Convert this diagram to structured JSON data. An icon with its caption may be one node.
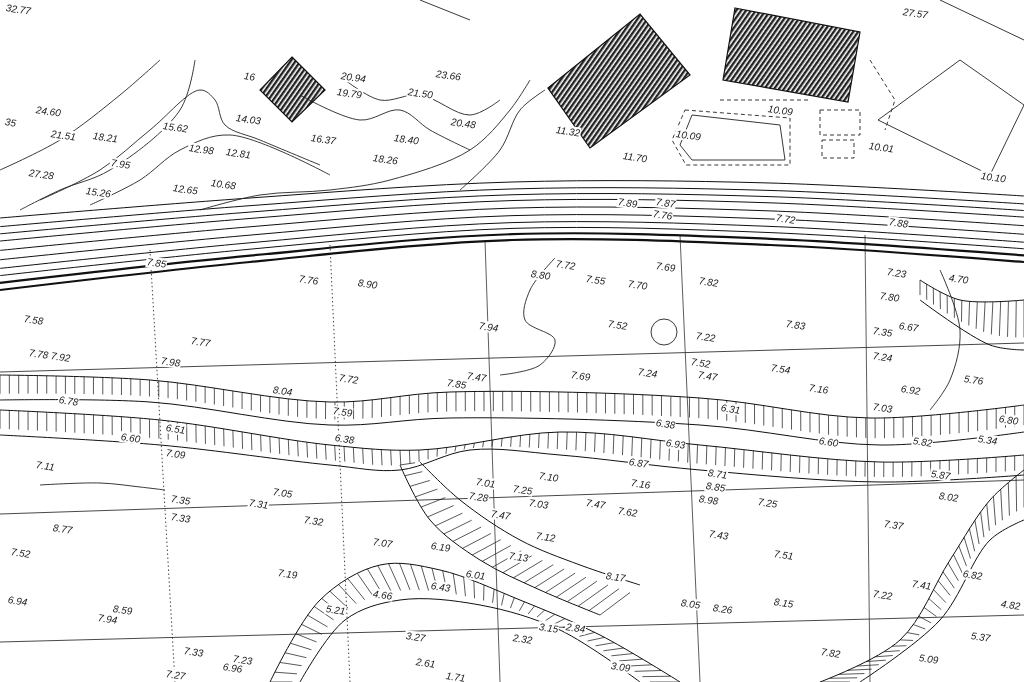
{
  "diagram": {
    "labels": [
      "32.77",
      "27.57",
      "24.60",
      "35",
      "21.51",
      "18.21",
      "16",
      "20.94",
      "19.79",
      "23.66",
      "21.50",
      "20.48",
      "15.62",
      "14.03",
      "16.37",
      "18.40",
      "12.98",
      "12.81",
      "7.95",
      "18.26",
      "27.28",
      "15.26",
      "12.65",
      "10.68",
      "11.32",
      "10.09",
      "10.09",
      "11.70",
      "10.01",
      "10.10",
      "7.87",
      "7.76",
      "7.89",
      "7.72",
      "7.88",
      "7.85",
      "7.76",
      "8.90",
      "7.58",
      "7.77",
      "7.78",
      "7.92",
      "7.98",
      "7.72",
      "8.04",
      "7.85",
      "7.47",
      "7.94",
      "6.78",
      "8.80",
      "7.72",
      "7.55",
      "7.70",
      "7.69",
      "7.82",
      "7.52",
      "7.22",
      "7.83",
      "7.35",
      "6.67",
      "7.80",
      "7.23",
      "4.70",
      "7.52",
      "7.47",
      "7.24",
      "7.69",
      "7.54",
      "7.16",
      "7.24",
      "6.92",
      "5.76",
      "7.03",
      "6.31",
      "6.80",
      "5.34",
      "6.38",
      "7.59",
      "6.38",
      "6.51",
      "6.60",
      "7.09",
      "7.11",
      "7.35",
      "7.33",
      "7.05",
      "7.31",
      "7.32",
      "8.77",
      "7.52",
      "7.19",
      "6.94",
      "8.59",
      "7.94",
      "7.07",
      "7.01",
      "7.28",
      "7.47",
      "7.10",
      "7.25",
      "7.03",
      "7.16",
      "7.47",
      "7.62",
      "7.12",
      "8.71",
      "8.85",
      "8.98",
      "7.25",
      "7.43",
      "7.51",
      "7.37",
      "7.41",
      "8.15",
      "8.05",
      "8.26",
      "8.17",
      "7.22",
      "7.82",
      "5.09",
      "6.82",
      "4.82",
      "3.15",
      "2.84",
      "2.32",
      "3.09",
      "2.61",
      "1.71",
      "7.23",
      "6.96",
      "7.33",
      "4.66",
      "5.21",
      "3.27",
      "6.43",
      "6.19",
      "6.01",
      "5.87",
      "5.82",
      "6.60",
      "6.93",
      "6.87",
      "7.13",
      "7.27",
      "5.37",
      "8.02"
    ]
  }
}
